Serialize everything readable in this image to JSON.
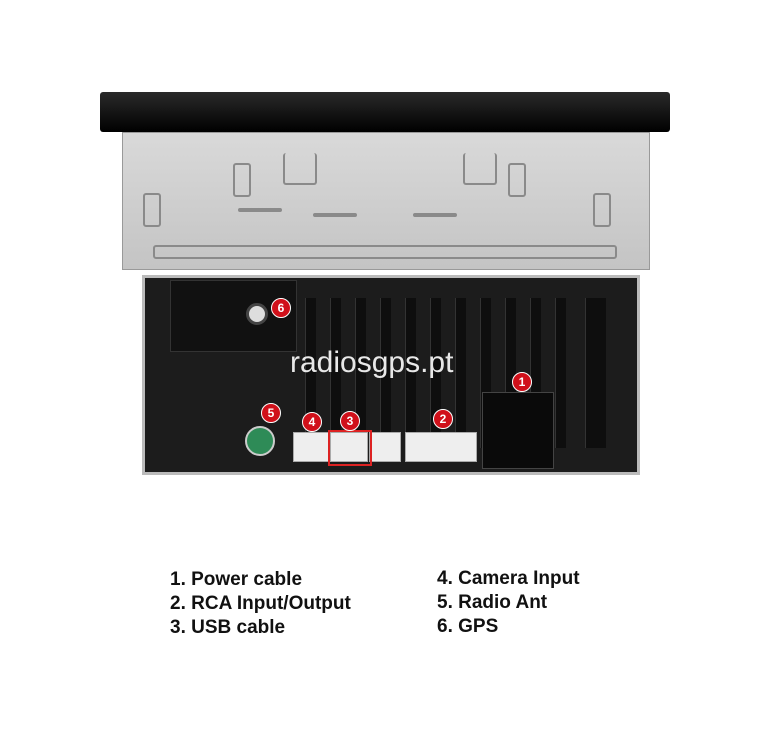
{
  "watermark": "radiosgps.pt",
  "markers": [
    "1",
    "2",
    "3",
    "4",
    "5",
    "6"
  ],
  "legend": {
    "left": [
      "1. Power cable",
      "2. RCA Input/Output",
      "3. USB cable"
    ],
    "right": [
      "4. Camera Input",
      "5. Radio Ant",
      "6. GPS"
    ]
  },
  "colors": {
    "marker": "#d0101a",
    "usb_highlight": "#dd2222",
    "radio_ant": "#2e8b57"
  }
}
